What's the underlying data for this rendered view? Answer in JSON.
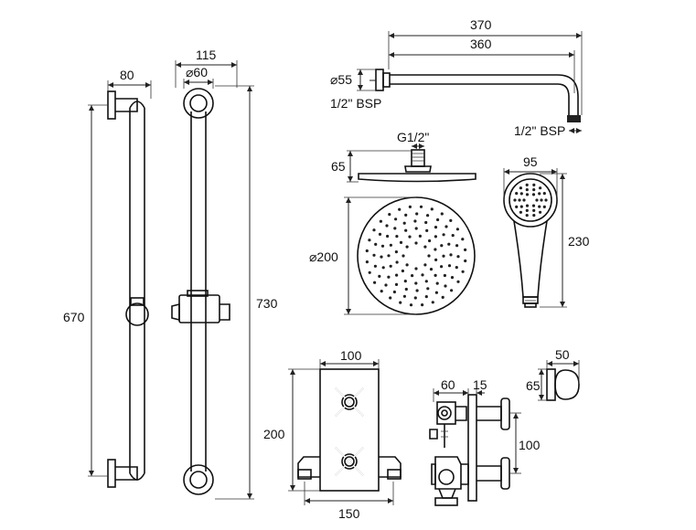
{
  "dimensions": {
    "rail_depth": "80",
    "rail_length": "670",
    "rail_total_height": "730",
    "rail_bracket_width": "115",
    "rail_bracket_diameter": "⌀60",
    "arm_total_length": "370",
    "arm_reach": "360",
    "arm_flange_diameter": "⌀55",
    "arm_thread_wall": "1/2\" BSP",
    "arm_thread_outlet": "1/2\" BSP",
    "head_connection": "G1/2\"",
    "head_height": "65",
    "head_diameter": "⌀200",
    "handset_width": "95",
    "handset_length": "230",
    "valve_plate_width": "100",
    "valve_plate_height": "200",
    "valve_body_width": "150",
    "valve_side_depth": "60",
    "valve_side_plate": "15",
    "valve_handle_centres": "100",
    "outlet_width": "50",
    "outlet_height": "65"
  }
}
